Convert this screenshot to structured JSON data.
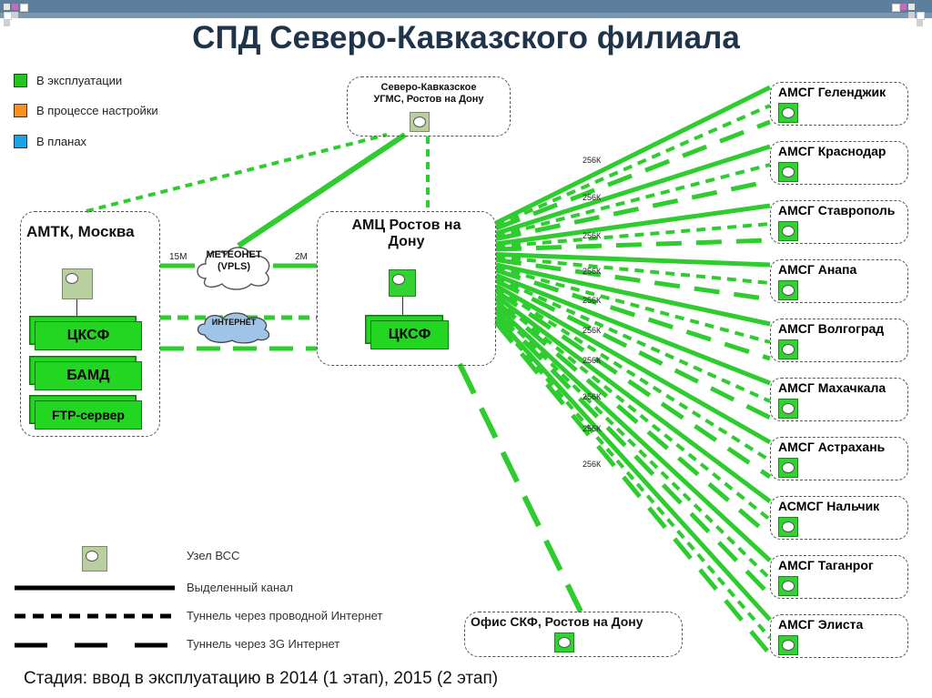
{
  "title": "СПД Северо-Кавказского филиала",
  "status_legend": [
    {
      "label": "В эксплуатации",
      "color": "#22c322"
    },
    {
      "label": "В процессе настройки",
      "color": "#f5931e"
    },
    {
      "label": "В планах",
      "color": "#1aa3e8"
    }
  ],
  "ugms": {
    "line1": "Северо-Кавказское",
    "line2": "УГМС, Ростов на Дону"
  },
  "amtk": {
    "title": "АМТК, Москва",
    "servers": [
      "ЦКСФ",
      "БАМД",
      "FTP-сервер"
    ]
  },
  "meteonet": {
    "line1": "МЕТЕОНЕТ",
    "line2": "(VPLS)",
    "speed_left": "15M",
    "speed_right": "2M"
  },
  "internet": "ИНТЕРНЕТ",
  "amc": {
    "line1": "АМЦ Ростов на",
    "line2": "Дону",
    "server": "ЦКСФ"
  },
  "stations": [
    "АМСГ Геленджик",
    "АМСГ Краснодар",
    "АМСГ Ставрополь",
    "АМСГ Анапа",
    "АМСГ Волгоград",
    "АМСГ Махачкала",
    "АМСГ Астрахань",
    "АСМСГ Нальчик",
    "АМСГ Таганрог",
    "АМСГ Элиста"
  ],
  "link_speeds": [
    "256К",
    "256К",
    "256К",
    "256К",
    "256К",
    "256К",
    "256К",
    "256К",
    "256К",
    "256К"
  ],
  "office": "Офис СКФ, Ростов на Дону",
  "line_legend": {
    "node": "Узел ВСС",
    "dedicated": "Выделенный канал",
    "wired_tunnel": "Туннель через проводной Интернет",
    "g3_tunnel": "Туннель через 3G Интернет"
  },
  "footer": "Стадия: ввод в эксплуатацию в 2014 (1 этап), 2015 (2 этап)",
  "colors": {
    "link": "#2ecc2e",
    "header_bar": "#5b7f9c",
    "title": "#1f3349",
    "cloud": "#9fc4e8"
  }
}
